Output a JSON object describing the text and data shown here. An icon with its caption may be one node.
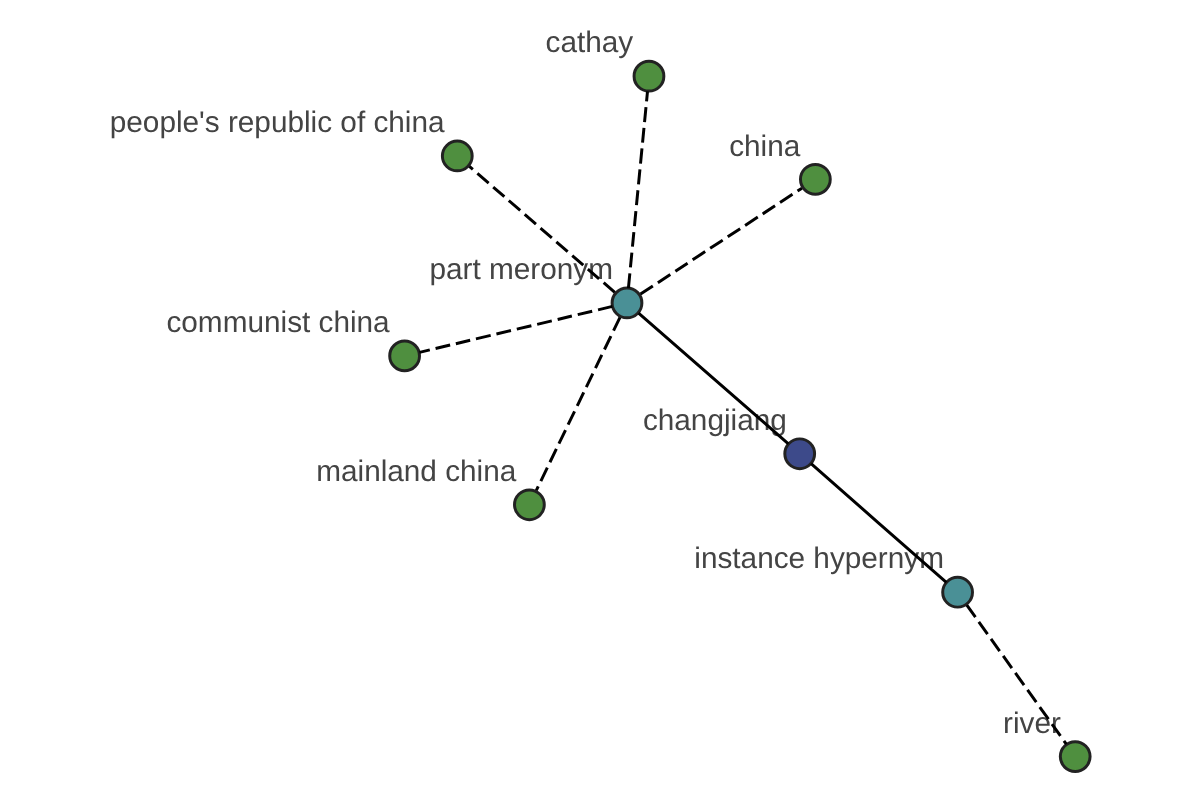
{
  "diagram": {
    "nodes": [
      {
        "text": [
          "people's republic of china"
        ]
      },
      {
        "text": [
          "china"
        ]
      },
      {
        "text": [
          "mainland china"
        ]
      },
      {
        "text": [
          "part meronym"
        ]
      },
      {
        "text": [
          "cathay"
        ]
      },
      {
        "text": [
          "changjiang"
        ]
      },
      {
        "text": [
          "communist china"
        ]
      },
      {
        "text": [
          "instance hypernym"
        ]
      },
      {
        "text": [
          "river"
        ]
      }
    ],
    "edges": [
      {
        "from": 5,
        "to": 3,
        "arrow": "none"
      },
      {
        "from": 5,
        "to": 7,
        "arrow": "none"
      },
      {
        "from": 3,
        "to": 0,
        "arrow": "none",
        "style": "dashed"
      },
      {
        "from": 3,
        "to": 1,
        "arrow": "none",
        "style": "dashed"
      },
      {
        "from": 3,
        "to": 2,
        "arrow": "none",
        "style": "dashed"
      },
      {
        "from": 3,
        "to": 4,
        "arrow": "none",
        "style": "dashed"
      },
      {
        "from": 3,
        "to": 6,
        "arrow": "none",
        "style": "dashed"
      },
      {
        "from": 7,
        "to": 8,
        "arrow": "none",
        "style": "dashed"
      }
    ]
  }
}
